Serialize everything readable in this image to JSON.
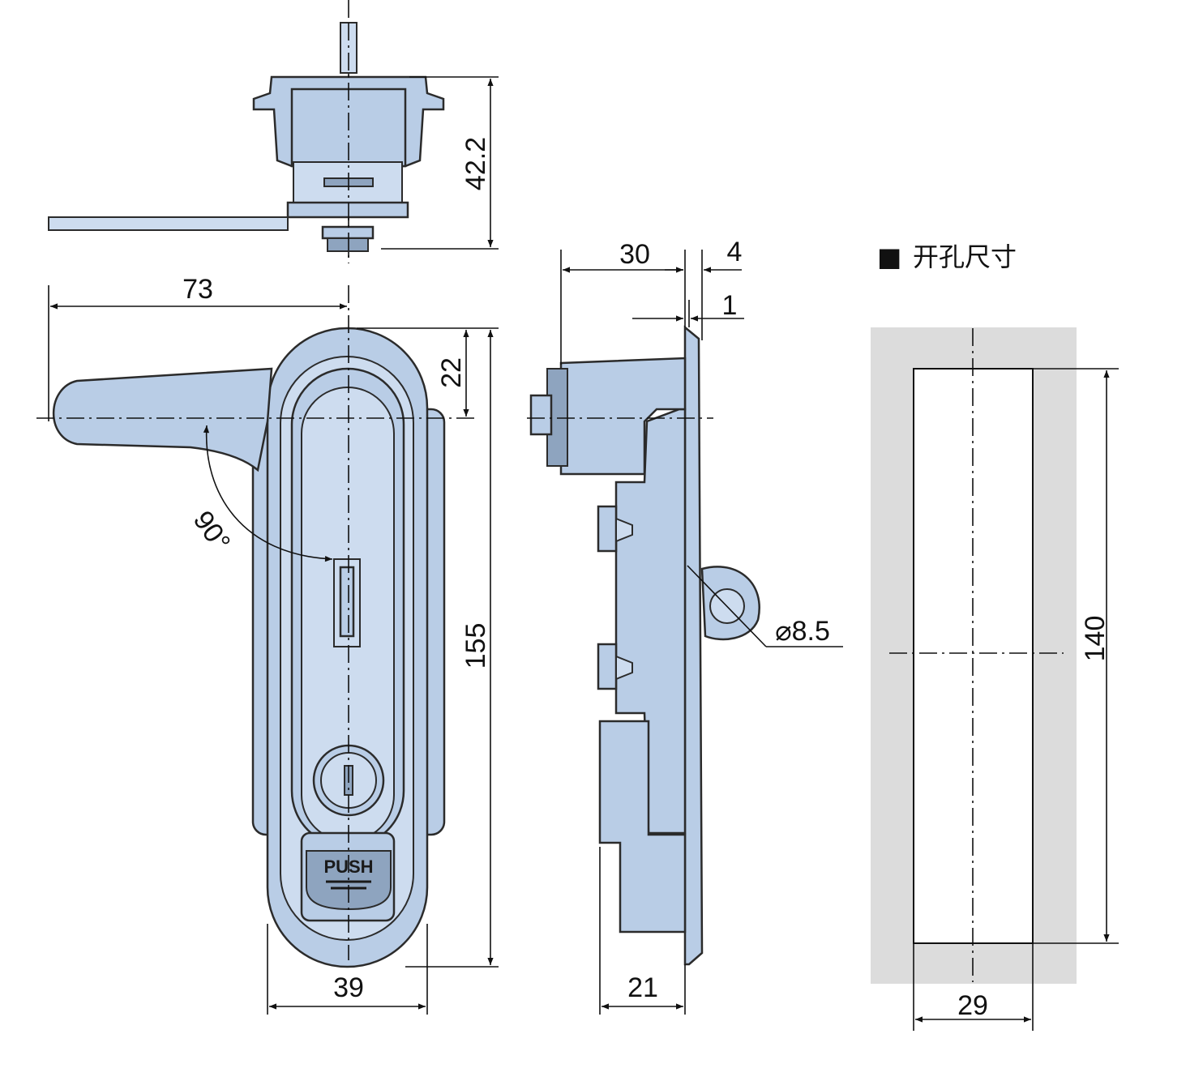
{
  "title": {
    "marker": "■",
    "text": "开孔尺寸"
  },
  "top_view": {
    "dim_height": "42.2"
  },
  "front_view": {
    "dim_handle_reach": "73",
    "dim_handle_offset": "22",
    "dim_total_height": "155",
    "dim_width": "39",
    "rotation_angle": "90°",
    "push_label": "PUSH"
  },
  "side_view": {
    "dim_depth": "30",
    "dim_flange": "4",
    "dim_plate": "1",
    "dim_hole": "⌀8.5",
    "dim_body_depth": "21"
  },
  "cutout": {
    "dim_height": "140",
    "dim_width": "29"
  },
  "colors": {
    "part_fill": "#b9cde6",
    "cutout_bg": "#dcdcdc",
    "line": "#111111"
  }
}
